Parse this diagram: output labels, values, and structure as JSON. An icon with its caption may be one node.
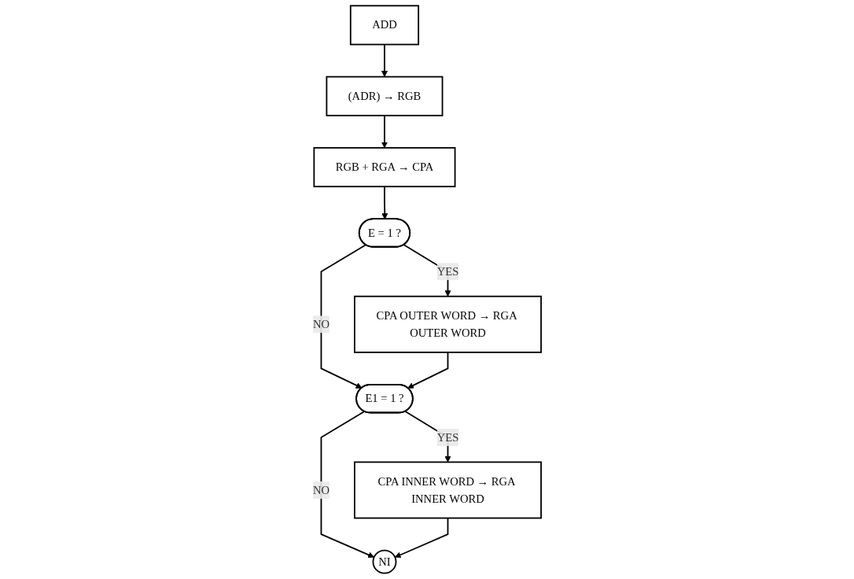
{
  "diagram": {
    "nodes": [
      {
        "text": [
          "ADD"
        ]
      },
      {
        "text": [
          "(ADR) → RGB"
        ]
      },
      {
        "text": [
          "RGB + RGA → CPA"
        ]
      },
      {
        "text": [
          "E = 1 ?"
        ]
      },
      {
        "text": [
          "CPA OUTER WORD → RGA OUTER WORD"
        ]
      },
      {
        "text": [
          "E1 = 1 ?"
        ]
      },
      {
        "text": [
          "CPA INNER WORD → RGA INNER WORD"
        ]
      },
      {
        "text": [
          "NI"
        ]
      }
    ],
    "edges": [
      {
        "from": 0,
        "to": 1,
        "arrow": "to"
      },
      {
        "from": 1,
        "to": 2,
        "arrow": "to"
      },
      {
        "from": 2,
        "to": 3,
        "arrow": "to"
      },
      {
        "from": 3,
        "to": 4,
        "label": "YES",
        "arrow": "to"
      },
      {
        "from": 3,
        "to": 5,
        "label": "NO",
        "arrow": "to"
      },
      {
        "from": 4,
        "to": 5,
        "arrow": "to"
      },
      {
        "from": 5,
        "to": 6,
        "label": "YES",
        "arrow": "to"
      },
      {
        "from": 5,
        "to": 7,
        "label": "NO",
        "arrow": "to"
      },
      {
        "from": 6,
        "to": 7,
        "arrow": "to"
      }
    ]
  }
}
